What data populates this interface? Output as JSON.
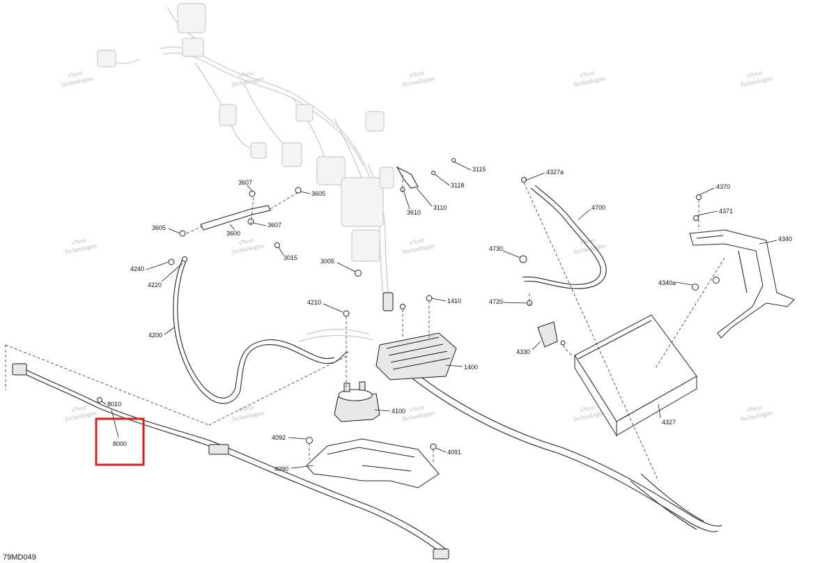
{
  "diagram": {
    "reference_code": "79MD049",
    "watermark": {
      "line1": "vNext",
      "line2": "Technologies"
    },
    "highlight_color": "#d62020",
    "highlighted_part": "8000",
    "part_labels": [
      "3115",
      "3118",
      "3110",
      "3610",
      "3607",
      "3605",
      "3600",
      "3015",
      "3005",
      "4327a",
      "4700",
      "4370",
      "4371",
      "4340",
      "4340a",
      "4730",
      "4720",
      "1410",
      "4210",
      "4240",
      "4220",
      "4200",
      "4330",
      "1400",
      "4327",
      "4100",
      "4092",
      "4091",
      "4090",
      "8010",
      "8000"
    ]
  }
}
